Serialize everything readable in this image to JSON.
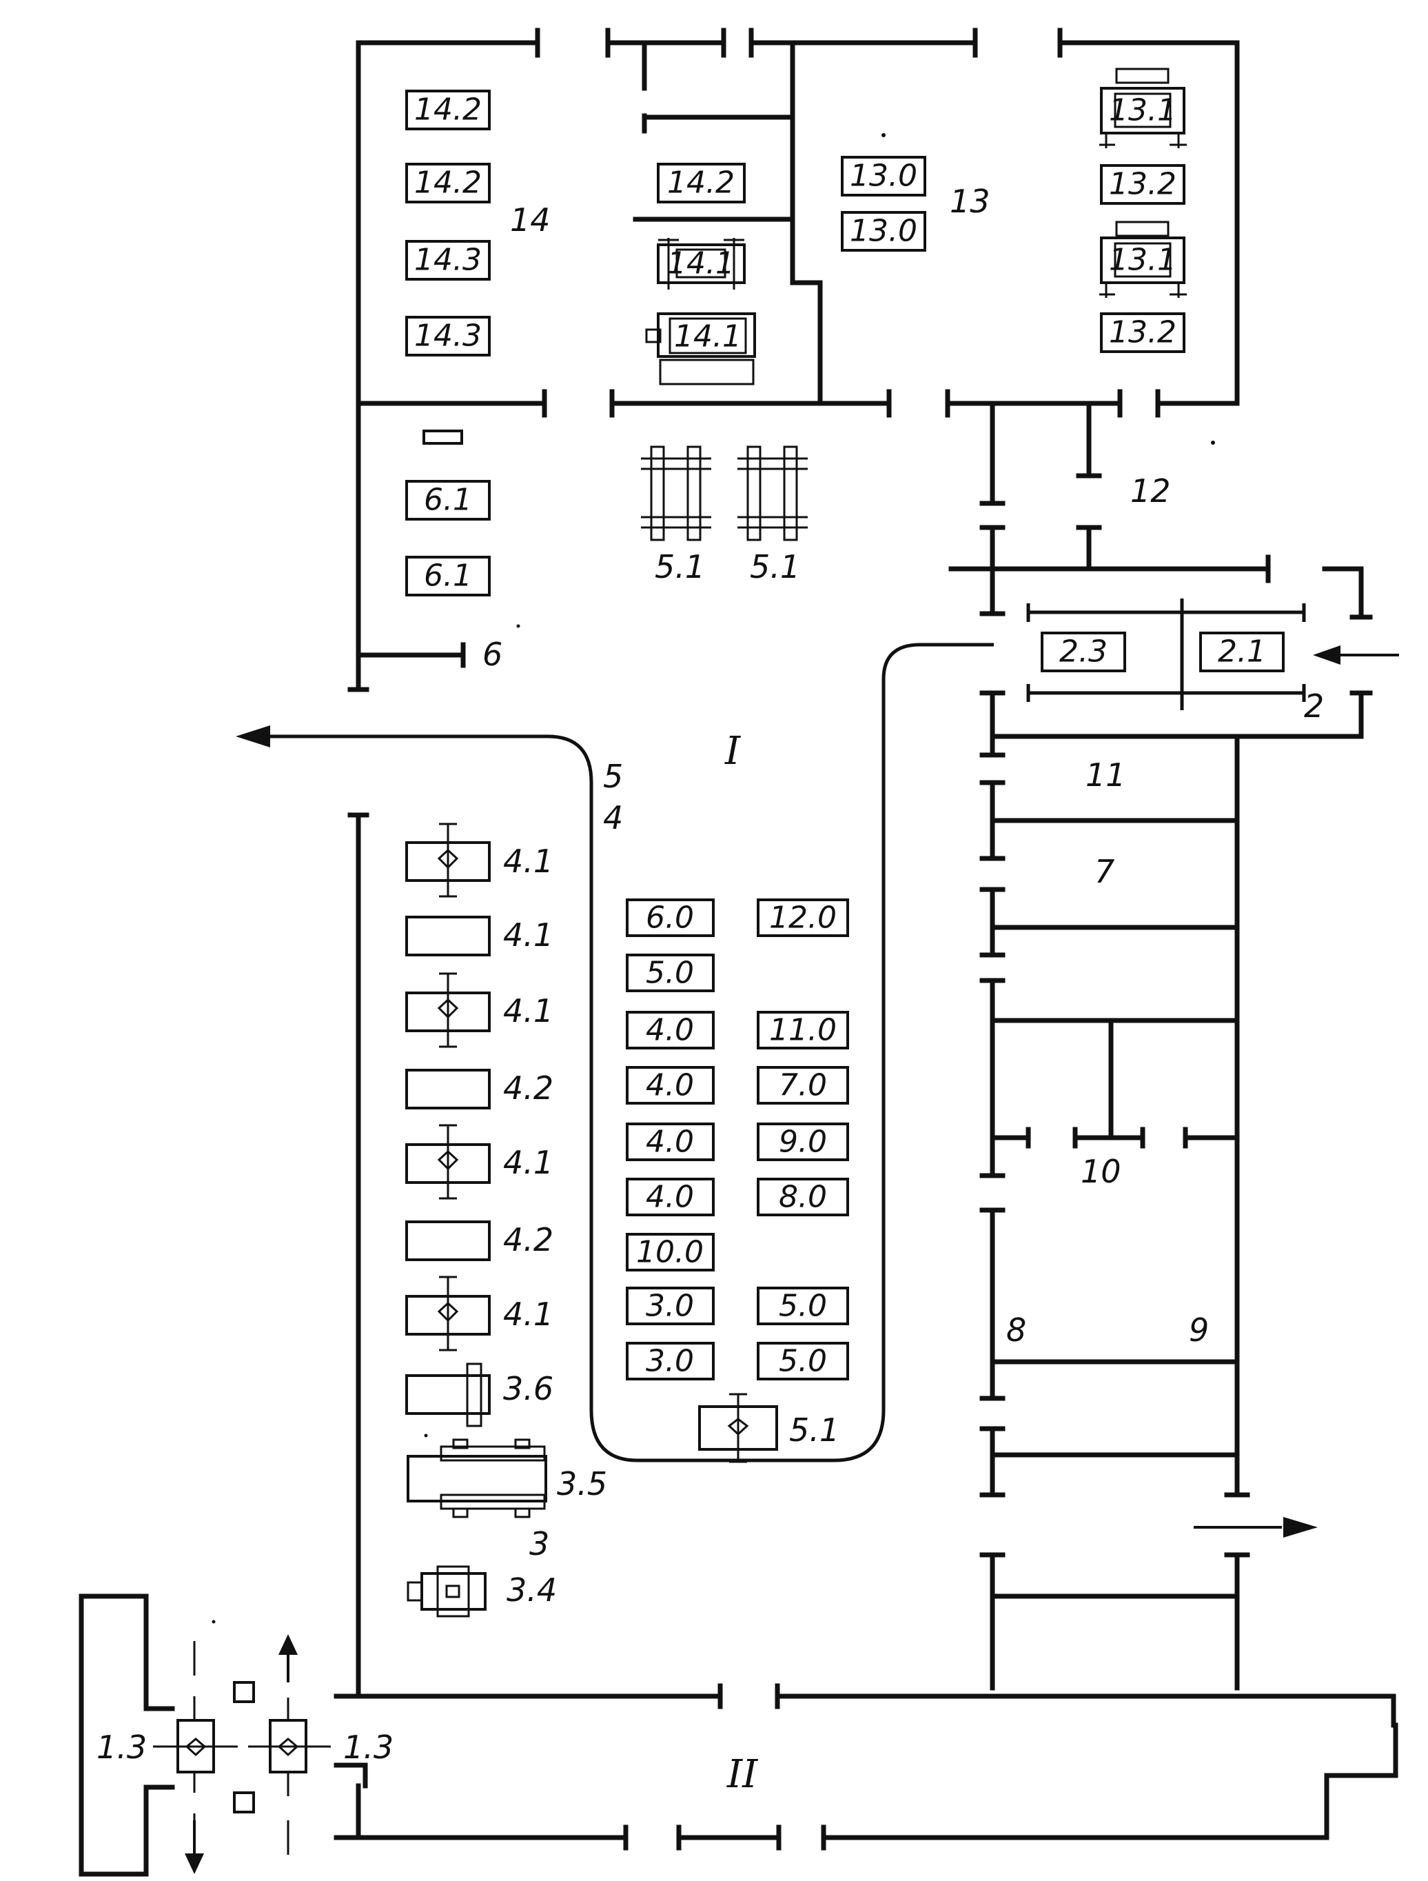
{
  "equipment": {
    "z14": [
      "14.2",
      "14.2",
      "14.3",
      "14.3",
      "14.2",
      "14.1",
      "14.1"
    ],
    "z13": [
      "13.0",
      "13.0",
      "13.1",
      "13.2",
      "13.1",
      "13.2"
    ],
    "z6": [
      "6.1",
      "6.1"
    ],
    "z2": [
      "2.3",
      "2.1"
    ],
    "center": [
      "6.0",
      "5.0",
      "4.0",
      "4.0",
      "4.0",
      "4.0",
      "10.0",
      "3.0",
      "3.0",
      "12.0",
      "11.0",
      "7.0",
      "9.0",
      "8.0",
      "5.0",
      "5.0"
    ]
  },
  "labels": {
    "zone14": "14",
    "zone13": "13",
    "zone12": "12",
    "zone6": "6",
    "zone2": "2",
    "zone11": "11",
    "zone7": "7",
    "zone10": "10",
    "zone8": "8",
    "zone9": "9",
    "zone5": "5",
    "zone4": "4",
    "zone3": "3",
    "roman1": "I",
    "roman2": "II",
    "rail51a": "5.1",
    "rail51b": "5.1",
    "m41a": "4.1",
    "m41b": "4.1",
    "m41c": "4.1",
    "m42a": "4.2",
    "m41d": "4.1",
    "m42b": "4.2",
    "m41e": "4.1",
    "m36": "3.6",
    "m35": "3.5",
    "m34": "3.4",
    "m51c": "5.1",
    "m13a": "1.3",
    "m13b": "1.3"
  }
}
